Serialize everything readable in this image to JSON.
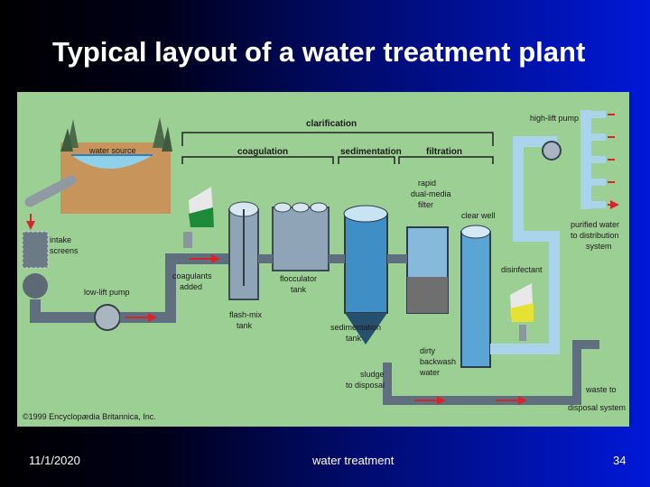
{
  "slide": {
    "title": "Typical layout of a water treatment plant",
    "footer_date": "11/1/2020",
    "footer_center": "water treatment",
    "footer_page": "34"
  },
  "diagram": {
    "labels": {
      "clarification": "clarification",
      "coagulation": "coagulation",
      "sedimentation": "sedimentation",
      "filtration": "filtration",
      "water_source": "water source",
      "high_lift_pump": "high-lift pump",
      "rapid_filter_1": "rapid",
      "rapid_filter_2": "dual-media",
      "rapid_filter_3": "filter",
      "clear_well": "clear well",
      "intake_screens_1": "intake",
      "intake_screens_2": "screens",
      "low_lift_pump": "low-lift pump",
      "coagulants_added_1": "coagulants",
      "coagulants_added_2": "added",
      "flash_mix_tank_1": "flash-mix",
      "flash_mix_tank_2": "tank",
      "flocculator_tank_1": "flocculator",
      "flocculator_tank_2": "tank",
      "sedimentation_tank_1": "sedimentation",
      "sedimentation_tank_2": "tank",
      "disinfectant": "disinfectant",
      "purified_water_1": "purified water",
      "purified_water_2": "to distribution",
      "purified_water_3": "system",
      "dirty_backwash_1": "dirty",
      "dirty_backwash_2": "backwash",
      "dirty_backwash_3": "water",
      "sludge_1": "sludge",
      "sludge_2": "to disposal",
      "waste_1": "waste to",
      "waste_2": "disposal system",
      "copyright": "©1999 Encyclopædia Britannica, Inc."
    }
  }
}
